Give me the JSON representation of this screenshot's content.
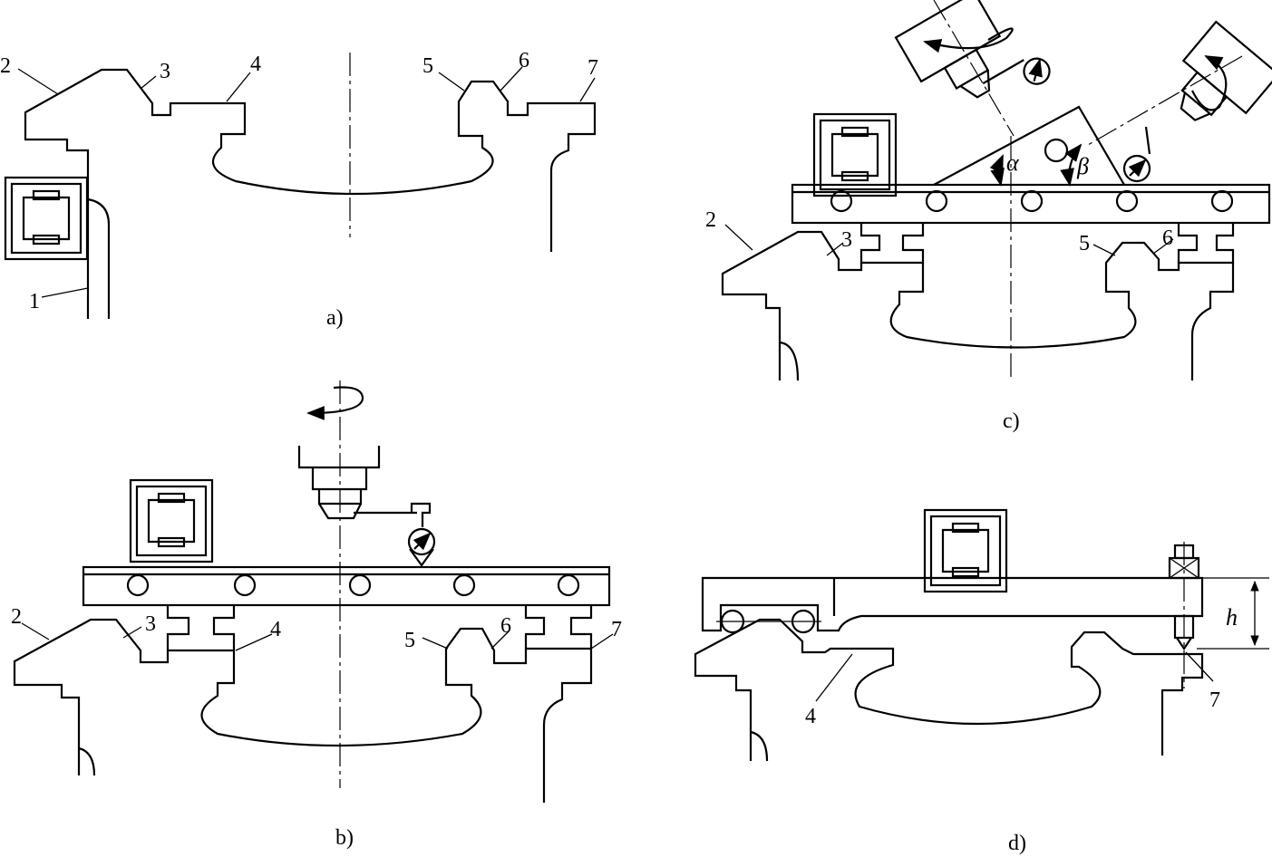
{
  "panels": {
    "a": {
      "caption": "a)",
      "labels": [
        "1",
        "2",
        "3",
        "4",
        "5",
        "6",
        "7"
      ]
    },
    "b": {
      "caption": "b)",
      "labels": [
        "2",
        "3",
        "4",
        "5",
        "6",
        "7"
      ]
    },
    "c": {
      "caption": "c)",
      "labels": [
        "2",
        "3",
        "5",
        "6"
      ],
      "angle_alpha": "α",
      "angle_beta": "β"
    },
    "d": {
      "caption": "d)",
      "labels": [
        "4",
        "7"
      ],
      "dimension": "h"
    }
  }
}
